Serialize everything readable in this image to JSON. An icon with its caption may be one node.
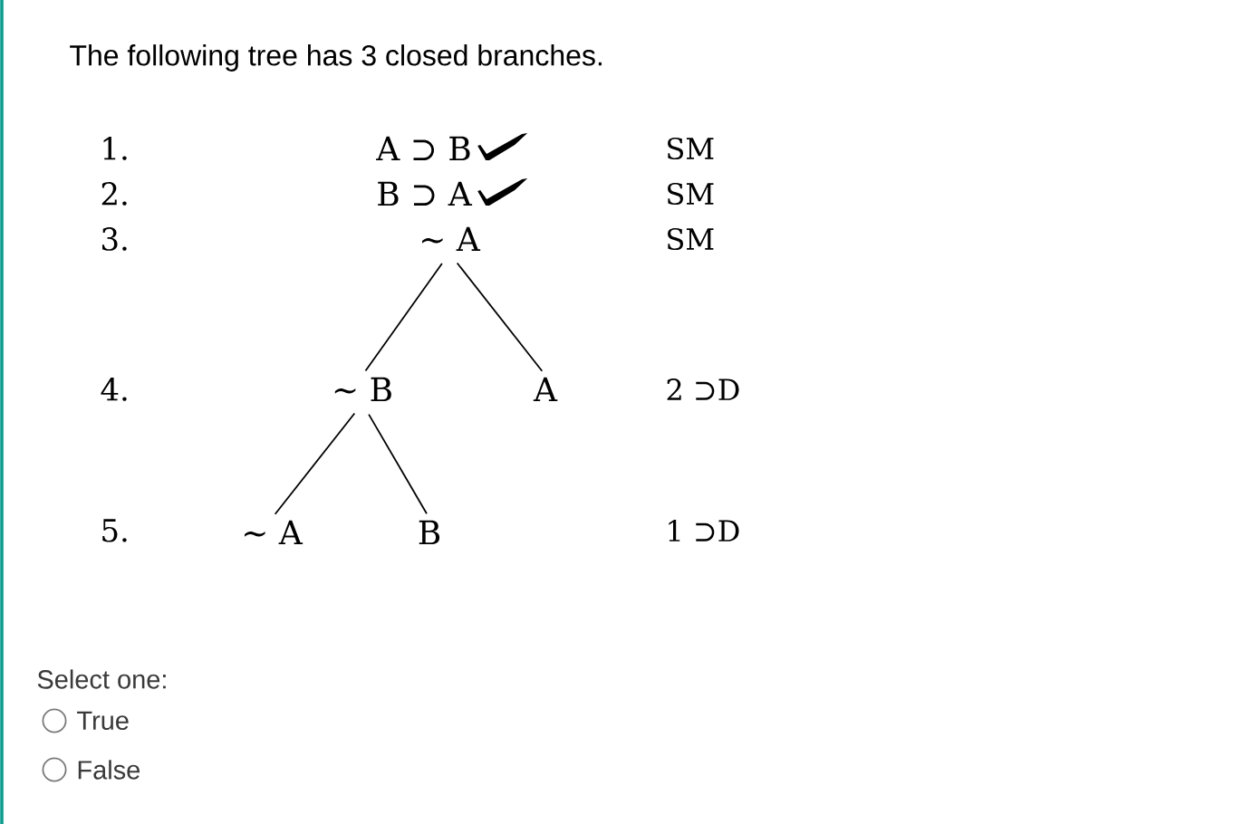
{
  "diagram": {
    "title": "The following tree has 3 closed branches.",
    "nodes": [
      {
        "text": [
          "A ⊃ B"
        ]
      },
      {
        "text": [
          "B ⊃ A"
        ]
      },
      {
        "text": [
          "~ A"
        ]
      },
      {
        "text": [
          "~ B"
        ]
      },
      {
        "text": [
          "A"
        ]
      },
      {
        "text": [
          "~ A"
        ]
      },
      {
        "text": [
          "B"
        ]
      }
    ],
    "edges": [
      {
        "from": 2,
        "to": 3,
        "arrow": "none"
      },
      {
        "from": 2,
        "to": 4,
        "arrow": "none"
      },
      {
        "from": 3,
        "to": 5,
        "arrow": "none"
      },
      {
        "from": 3,
        "to": 6,
        "arrow": "none"
      }
    ],
    "labels": [
      "1.",
      "SM",
      "2.",
      "SM",
      "3.",
      "SM",
      "4.",
      "2 ⊃D",
      "5.",
      "1 ⊃D",
      "Select one:",
      "True",
      "False"
    ]
  }
}
